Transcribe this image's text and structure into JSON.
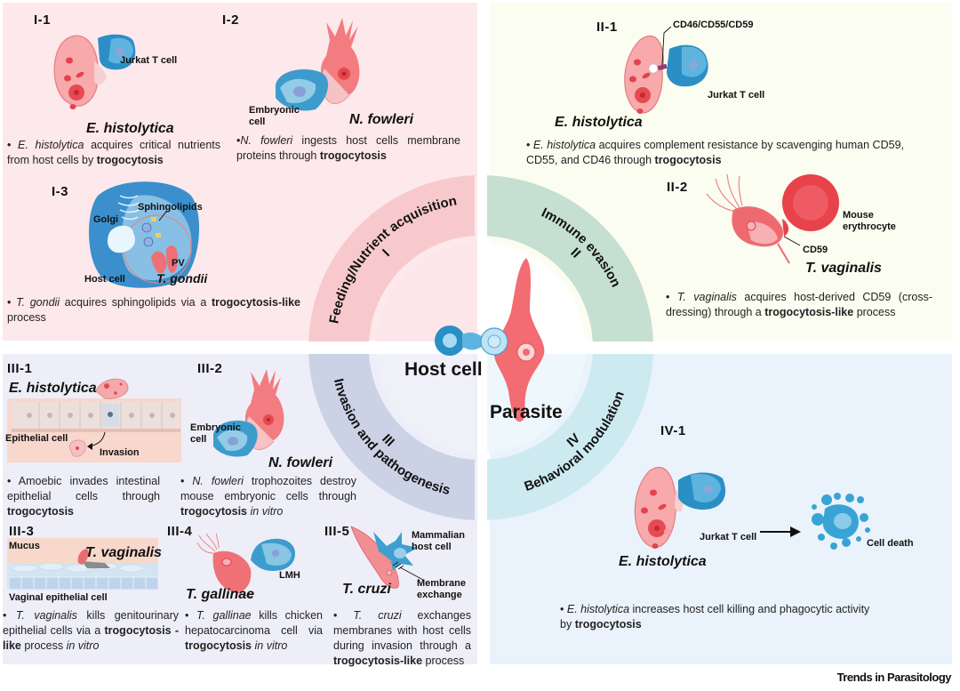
{
  "colors": {
    "panel_I": "#fde8ec",
    "panel_II": "#fbfdf0",
    "panel_III": "#eeeef8",
    "panel_IV": "#eaf3fb",
    "ring_I": "#f8c9cc",
    "ring_II": "#c5dfd0",
    "ring_III": "#ccd2e6",
    "ring_IV": "#cdeaf1",
    "inner_I": "#fde6ea",
    "inner_II": "#ffffff",
    "inner_III": "#f0f0f8",
    "inner_IV": "#eef7fb",
    "parasite": "#f06a6e",
    "host": "#2a8fc6"
  },
  "center": {
    "host_label": "Host cell",
    "parasite_label": "Parasite",
    "quadrants": [
      {
        "numeral": "I",
        "title": "Feeding/Nutrient acquisition"
      },
      {
        "numeral": "II",
        "title": "Immune evasion"
      },
      {
        "numeral": "III",
        "title": "Invasion and pathogenesis"
      },
      {
        "numeral": "IV",
        "title": "Behavioral modulation"
      }
    ]
  },
  "panel_I": {
    "I1": {
      "tag": "I-1",
      "species": "E. histolytica",
      "labels": [
        "Jurkat T cell"
      ],
      "desc": [
        {
          "t": "• ",
          "s": "n"
        },
        {
          "t": "E. histolytica",
          "s": "i"
        },
        {
          "t": " acquires critical nutrients from host cells by ",
          "s": "n"
        },
        {
          "t": "trogocytosis",
          "s": "b"
        }
      ]
    },
    "I2": {
      "tag": "I-2",
      "species": "N. fowleri",
      "labels": [
        "Embryonic\ncell"
      ],
      "desc": [
        {
          "t": "•",
          "s": "n"
        },
        {
          "t": "N. fowleri",
          "s": "i"
        },
        {
          "t": " ingests host cells membrane proteins through ",
          "s": "n"
        },
        {
          "t": "trogocytosis",
          "s": "b"
        }
      ]
    },
    "I3": {
      "tag": "I-3",
      "species": "T. gondii",
      "labels": [
        "Sphingolipids",
        "Golgi",
        "Host cell",
        "PV"
      ],
      "desc": [
        {
          "t": "• ",
          "s": "n"
        },
        {
          "t": "T. gondii",
          "s": "i"
        },
        {
          "t": " acquires sphingolipids via a ",
          "s": "n"
        },
        {
          "t": "trogocytosis-like",
          "s": "b"
        },
        {
          "t": " process",
          "s": "n"
        }
      ]
    }
  },
  "panel_II": {
    "II1": {
      "tag": "II-1",
      "species": "E. histolytica",
      "labels": [
        "CD46/CD55/CD59",
        "Jurkat T cell"
      ],
      "desc": [
        {
          "t": "• ",
          "s": "n"
        },
        {
          "t": "E. histolytica",
          "s": "i"
        },
        {
          "t": " acquires complement resistance by scavenging human CD59, CD55, and CD46 through ",
          "s": "n"
        },
        {
          "t": "trogocytosis",
          "s": "b"
        }
      ]
    },
    "II2": {
      "tag": "II-2",
      "species": "T. vaginalis",
      "labels": [
        "Mouse\nerythrocyte",
        "CD59"
      ],
      "desc": [
        {
          "t": "• ",
          "s": "n"
        },
        {
          "t": "T. vaginalis",
          "s": "i"
        },
        {
          "t": " acquires host-derived CD59 (cross-dressing) through a ",
          "s": "n"
        },
        {
          "t": "trogocytosis-like",
          "s": "b"
        },
        {
          "t": " process",
          "s": "n"
        }
      ]
    }
  },
  "panel_III": {
    "III1": {
      "tag": "III-1",
      "species": "E. histolytica",
      "labels": [
        "Epithelial cell",
        "Invasion"
      ],
      "desc": [
        {
          "t": "• Amoebic invades intestinal epithelial cells through ",
          "s": "n"
        },
        {
          "t": "trogocytosis",
          "s": "b"
        }
      ]
    },
    "III2": {
      "tag": "III-2",
      "species": "N. fowleri",
      "labels": [
        "Embryonic\ncell"
      ],
      "desc": [
        {
          "t": "• ",
          "s": "n"
        },
        {
          "t": "N. fowleri",
          "s": "i"
        },
        {
          "t": " trophozoites destroy mouse embryonic cells through ",
          "s": "n"
        },
        {
          "t": "trogocytosis",
          "s": "b"
        },
        {
          "t": " ",
          "s": "n"
        },
        {
          "t": "in vitro",
          "s": "i"
        }
      ]
    },
    "III3": {
      "tag": "III-3",
      "species": "T. vaginalis",
      "labels": [
        "Mucus",
        "Vaginal epithelial cell"
      ],
      "desc": [
        {
          "t": "• ",
          "s": "n"
        },
        {
          "t": "T. vaginalis",
          "s": "i"
        },
        {
          "t": " kills genitourinary epithelial cells via a ",
          "s": "n"
        },
        {
          "t": "trogocytosis -like",
          "s": "b"
        },
        {
          "t": " process ",
          "s": "n"
        },
        {
          "t": "in vitro",
          "s": "i"
        }
      ]
    },
    "III4": {
      "tag": "III-4",
      "species": "T. gallinae",
      "labels": [
        "LMH"
      ],
      "desc": [
        {
          "t": "• ",
          "s": "n"
        },
        {
          "t": "T. gallinae",
          "s": "i"
        },
        {
          "t": " kills chicken hepatocarcinoma cell via ",
          "s": "n"
        },
        {
          "t": "trogocytosis",
          "s": "b"
        },
        {
          "t": " ",
          "s": "n"
        },
        {
          "t": "in vitro",
          "s": "i"
        }
      ]
    },
    "III5": {
      "tag": "III-5",
      "species": "T. cruzi",
      "labels": [
        "Mammalian\nhost cell",
        "Membrane\nexchange"
      ],
      "desc": [
        {
          "t": "• ",
          "s": "n"
        },
        {
          "t": "T. cruzi",
          "s": "i"
        },
        {
          "t": " exchanges membranes with host cells during invasion through a ",
          "s": "n"
        },
        {
          "t": "trogocytosis-like",
          "s": "b"
        },
        {
          "t": " process",
          "s": "n"
        }
      ]
    }
  },
  "panel_IV": {
    "IV1": {
      "tag": "IV-1",
      "species": "E. histolytica",
      "labels": [
        "Jurkat T cell",
        "Cell death"
      ],
      "desc": [
        {
          "t": "•    ",
          "s": "n"
        },
        {
          "t": "E. histolytica",
          "s": "i"
        },
        {
          "t": " increases host cell killing and phagocytic activity by ",
          "s": "n"
        },
        {
          "t": "trogocytosis",
          "s": "b"
        }
      ]
    }
  },
  "footer": "Trends in Parasitology"
}
